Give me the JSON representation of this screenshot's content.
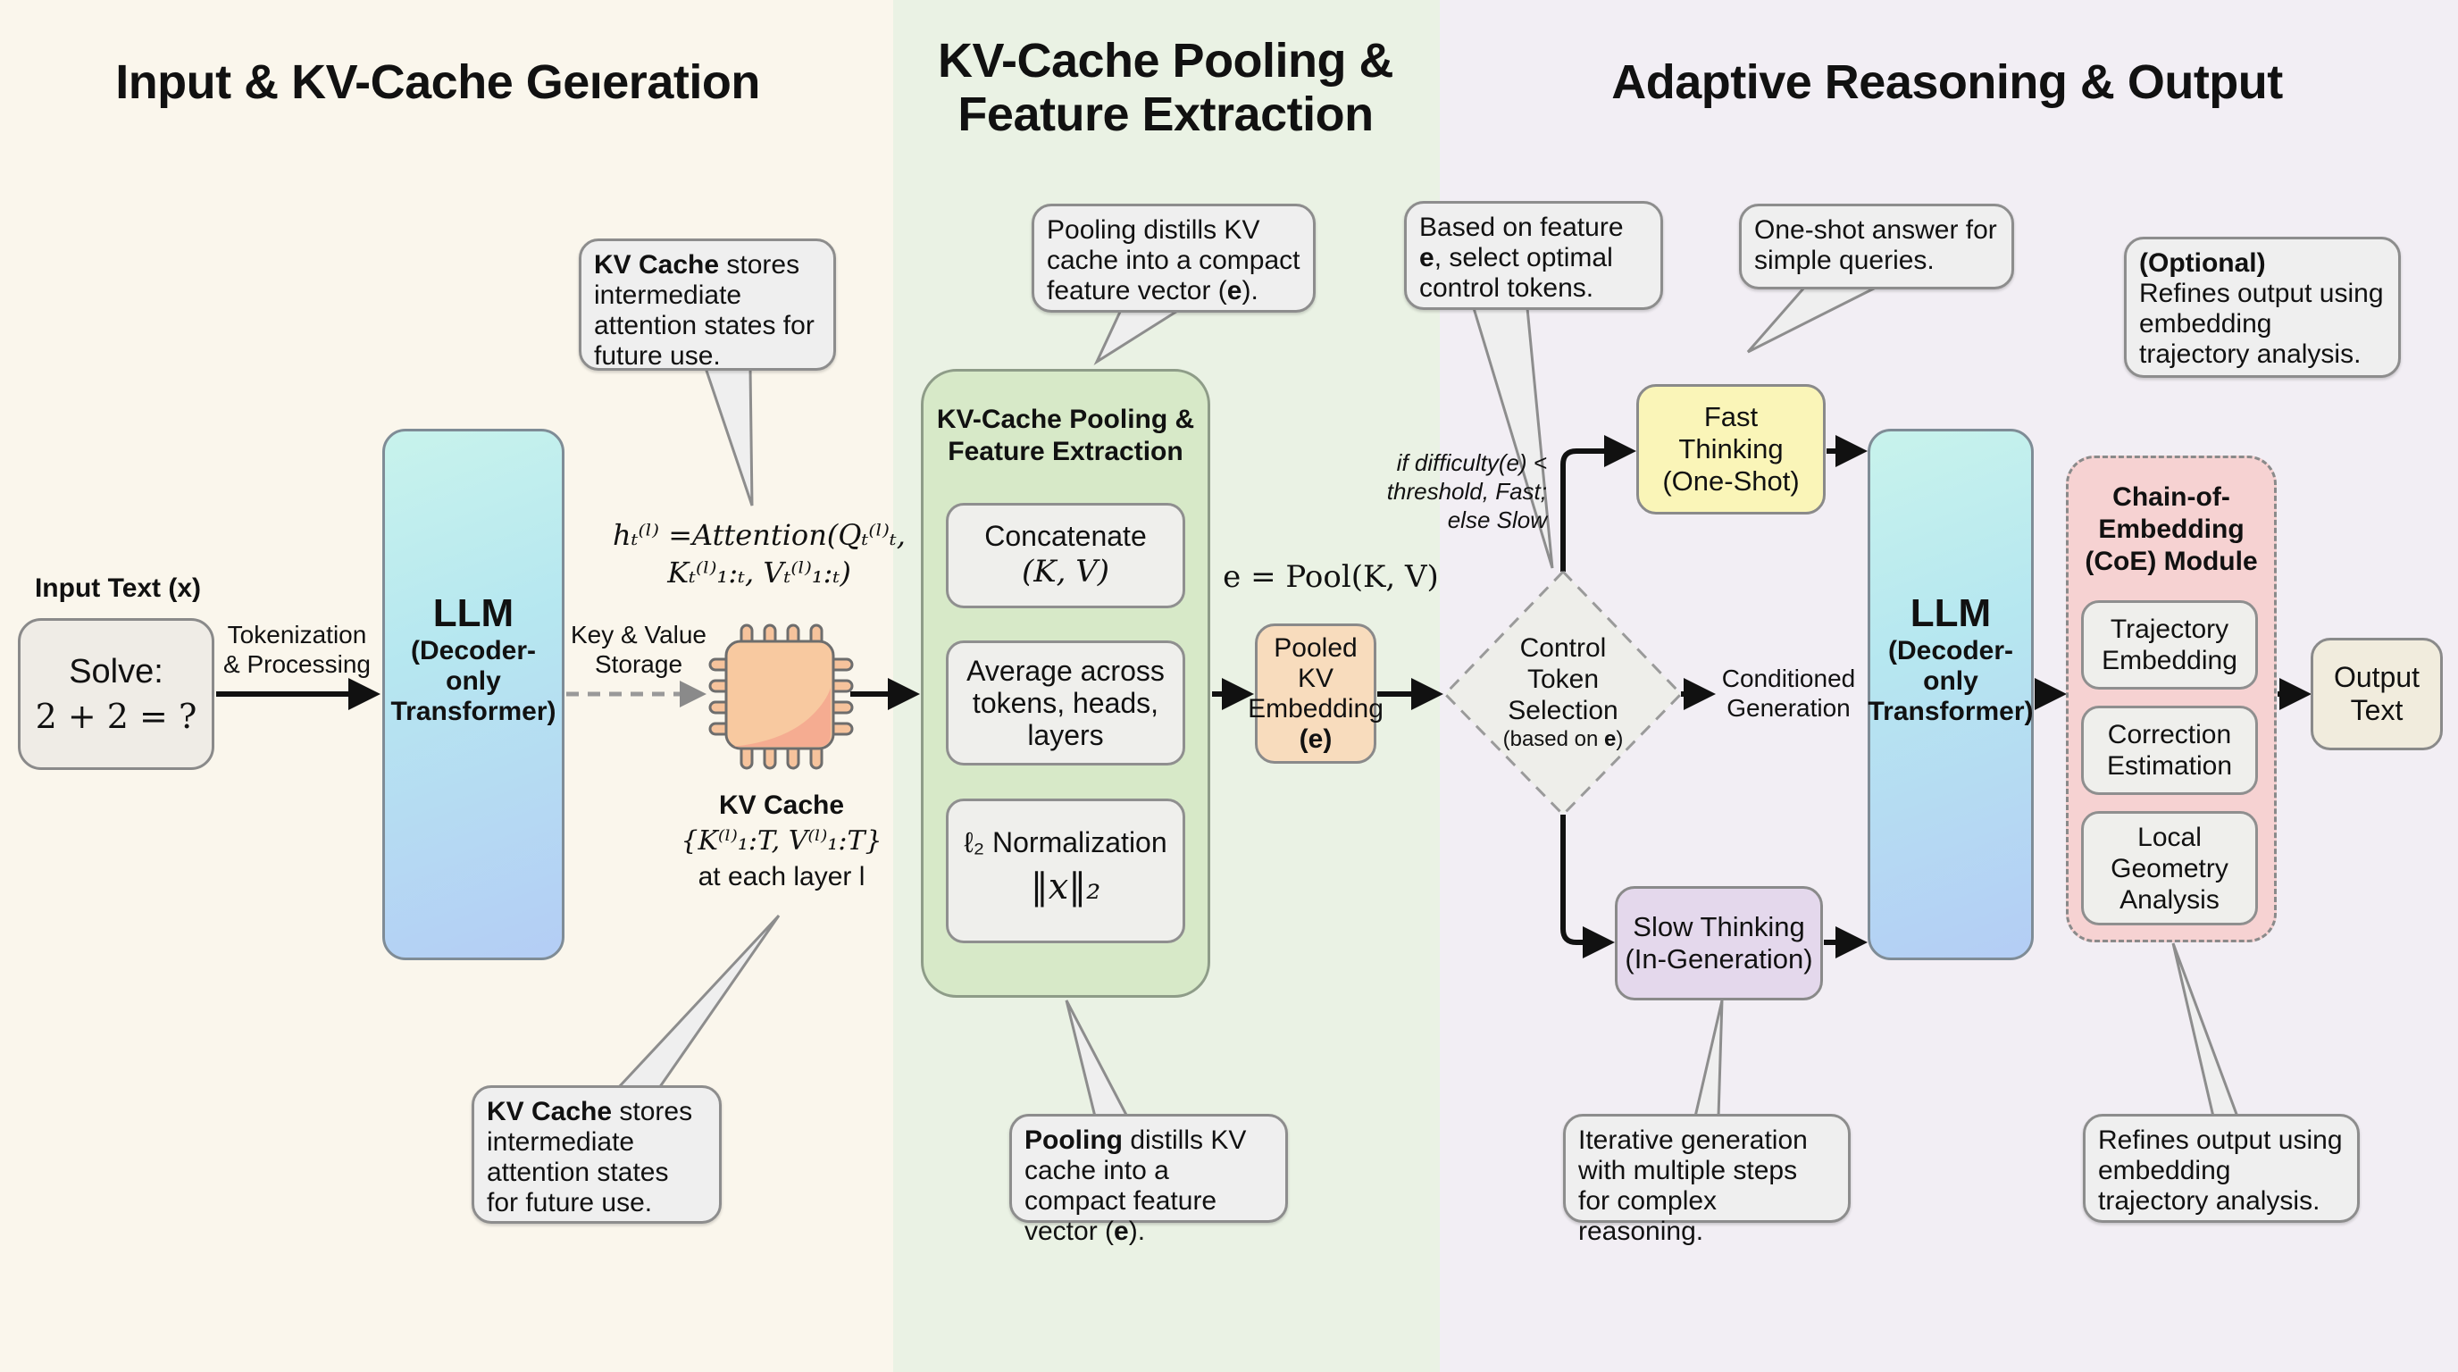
{
  "sections": [
    {
      "title": "Input  & KV-Cache Geıeration"
    },
    {
      "title_line1": "KV-Cache Pooling &",
      "title_line2": "Feature Extraction"
    },
    {
      "title": "Adaptive Reasoning & Output"
    }
  ],
  "input": {
    "label": "Input Text (x)",
    "line1": "Solve:",
    "line2": "2 + 2 = ?"
  },
  "edges": {
    "tokenization_line1": "Tokenization",
    "tokenization_line2": "& Processing",
    "kv_storage_line1": "Key & Value",
    "kv_storage_line2": "Storage",
    "conditioned_line1": "Conditioned",
    "conditioned_line2": "Generation",
    "difficulty_line1": "if difficulty(e) <",
    "difficulty_line2": "threshold, Fast;",
    "difficulty_line3": "else Slow"
  },
  "llm_left": {
    "title": "LLM",
    "line1": "(Decoder-",
    "line2": "only",
    "line3": "Transformer)"
  },
  "llm_right": {
    "title": "LLM",
    "line1": "(Decoder-",
    "line2": "only",
    "line3": "Transformer)"
  },
  "attention_formula": {
    "line1": "hₜ⁽ˡ⁾ =Attention(Qₜ⁽ˡ⁾ₜ,",
    "line2": "Kₜ⁽ˡ⁾₁:ₜ, Vₜ⁽ˡ⁾₁:ₜ)"
  },
  "kv_cache": {
    "title": "KV Cache",
    "formula": "{K⁽ˡ⁾₁:T, V⁽ˡ⁾₁:T}",
    "caption": "at each layer l"
  },
  "callouts": {
    "kv_top": {
      "bold": "KV Cache",
      "text": " stores intermediate attention states for future use."
    },
    "kv_bottom": {
      "bold": "KV Cache",
      "text": " stores intermediate attention states for future use."
    },
    "pool_top": {
      "text": "Pooling distills KV cache into a compact feature vector (",
      "bold_e": "e",
      "end": ")."
    },
    "pool_bottom": {
      "bold": "Pooling",
      "text": " distills KV cache into a compact feature vector (",
      "bold_e": "e",
      "end": ")."
    },
    "control": {
      "text": "Based on feature ",
      "bold_e": "e",
      "end": ", select optimal control tokens."
    },
    "fast": {
      "text": "One-shot answer for simple queries."
    },
    "slow": {
      "text": "Iterative generation with multiple steps for complex reasoning."
    },
    "coe_top": {
      "bold": "(Optional)",
      "text": "Refines output using embedding trajectory analysis."
    },
    "coe_bottom": {
      "text": "Refines output using embedding trajectory analysis."
    }
  },
  "pooling_module": {
    "title_line1": "KV-Cache Pooling &",
    "title_line2": "Feature Extraction",
    "steps": [
      {
        "line1": "Concatenate",
        "line2": "(K, V)"
      },
      {
        "line1": "Average across",
        "line2": "tokens, heads,",
        "line3": "layers"
      },
      {
        "line1": "ℓ₂ Normalization",
        "line2": "‖x‖₂"
      }
    ]
  },
  "pool_formula": "e = Pool(K, V)",
  "pooled_embedding": {
    "line1": "Pooled KV",
    "line2": "Embedding",
    "line3": "(e)"
  },
  "control_token": {
    "line1": "Control",
    "line2": "Token",
    "line3": "Selection",
    "line4": "(based on ",
    "bold_e": "e",
    "line4_end": ")"
  },
  "fast_thinking": {
    "line1": "Fast",
    "line2": "Thinking",
    "line3": "(One-Shot)"
  },
  "slow_thinking": {
    "line1": "Slow Thinking",
    "line2": "(In-Generation)"
  },
  "coe_module": {
    "title_line1": "Chain-of-",
    "title_line2": "Embedding",
    "title_line3": "(CoE) Module",
    "steps": [
      {
        "line1": "Trajectory",
        "line2": "Embedding"
      },
      {
        "line1": "Correction",
        "line2": "Estimation"
      },
      {
        "line1": "Local",
        "line2": "Geometry",
        "line3": "Analysis"
      }
    ]
  },
  "output": {
    "line1": "Output",
    "line2": "Text"
  },
  "colors": {
    "panel_input": "#faf6ec",
    "panel_pooling": "#eaf2e4",
    "panel_reasoning": "#f2eef4",
    "llm_gradient_start": "#c8f3ec",
    "llm_gradient_end": "#b4cdf5",
    "chip_fill": "#f8c9a0",
    "pooled_fill": "#f8dcbd",
    "fast_fill": "#faf5b8",
    "slow_fill": "#e4d8ec",
    "coe_fill": "#f6d2d2",
    "output_fill": "#f1ecdd"
  }
}
